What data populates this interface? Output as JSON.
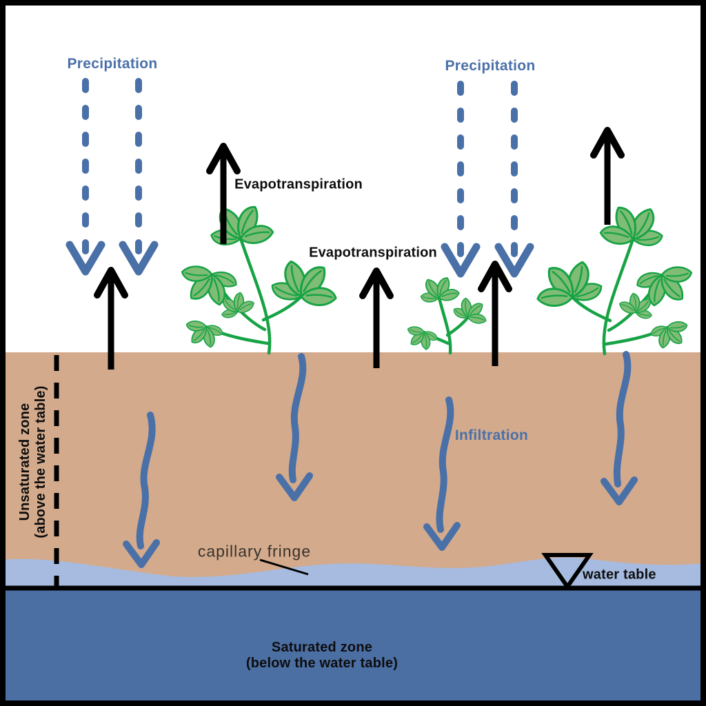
{
  "diagram": {
    "labels": {
      "precipitation_left": "Precipitation",
      "precipitation_right": "Precipitation",
      "evapotranspiration_upper": "Evapotranspiration",
      "evapotranspiration_lower": "Evapotranspiration",
      "infiltration": "Infiltration",
      "capillary_fringe": "capillary fringe",
      "water_table": "water table",
      "unsaturated_zone_line1": "Unsaturated zone",
      "unsaturated_zone_line2": "(above the water table)",
      "saturated_zone_line1": "Saturated zone",
      "saturated_zone_line2": "(below the water table)"
    },
    "colors": {
      "arrow_and_label_blue": "#4a70a8",
      "soil_tan": "#d3aa8c",
      "capillary_fringe_blue": "#a6bbdf",
      "saturated_zone_blue": "#4b6ea3",
      "leaf_fill_green": "#7fbc76",
      "leaf_stroke_green": "#17a345",
      "outline_black": "#000000"
    },
    "elements": {
      "precipitation_dashed_down_arrows": 4,
      "evapotranspiration_solid_up_arrows": 5,
      "infiltration_wavy_down_arrows": 4,
      "plants": 3,
      "water_table_triangle_symbol": 1,
      "unsaturated_zone_dashed_boundary_line": 1
    }
  }
}
